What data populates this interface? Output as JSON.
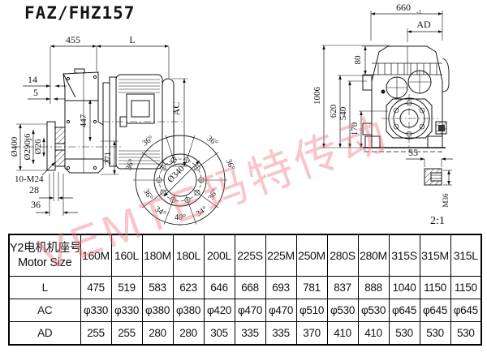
{
  "title": "FAZ/FHZ157",
  "watermark": {
    "text": "VEMTE玛特传动",
    "color": "#ee707a"
  },
  "side_view": {
    "d455": "455",
    "dL": "L",
    "d14": "14",
    "d5": "5",
    "d400": "Ø400",
    "d290": "Ø290j6",
    "d26": "Ø26",
    "d447": "447",
    "d271": "271",
    "d10m24": "10-M24",
    "d28": "28",
    "d36": "36",
    "dAC": "AC"
  },
  "bolt_circle": {
    "d340": "Ø340",
    "angles": [
      "36°",
      "36°",
      "36°",
      "36°",
      "36°",
      "36°",
      "34°",
      "40°",
      "34°"
    ]
  },
  "front_view": {
    "d660": "660",
    "d660tol": "-1",
    "dAD": "AD",
    "d80": "80",
    "d1006": "1006",
    "d620": "620",
    "d540": "540",
    "d170": "170",
    "d55": "55",
    "dM36": "M36",
    "scale": "2:1"
  },
  "table": {
    "header_line1": "Y2电机机座号",
    "header_line2": "Motor Size",
    "columns": [
      "160M",
      "160L",
      "180M",
      "180L",
      "200L",
      "225S",
      "225M",
      "250M",
      "280S",
      "280M",
      "315S",
      "315M",
      "315L"
    ],
    "rows": [
      {
        "label": "L",
        "values": [
          "475",
          "519",
          "583",
          "623",
          "646",
          "668",
          "693",
          "781",
          "837",
          "888",
          "1040",
          "1150",
          "1150"
        ]
      },
      {
        "label": "AC",
        "values": [
          "φ330",
          "φ330",
          "φ380",
          "φ380",
          "φ420",
          "φ470",
          "φ470",
          "φ510",
          "φ530",
          "φ530",
          "φ645",
          "φ645",
          "φ645"
        ]
      },
      {
        "label": "AD",
        "values": [
          "255",
          "255",
          "280",
          "280",
          "305",
          "335",
          "335",
          "370",
          "410",
          "410",
          "530",
          "530",
          "530"
        ]
      }
    ]
  }
}
